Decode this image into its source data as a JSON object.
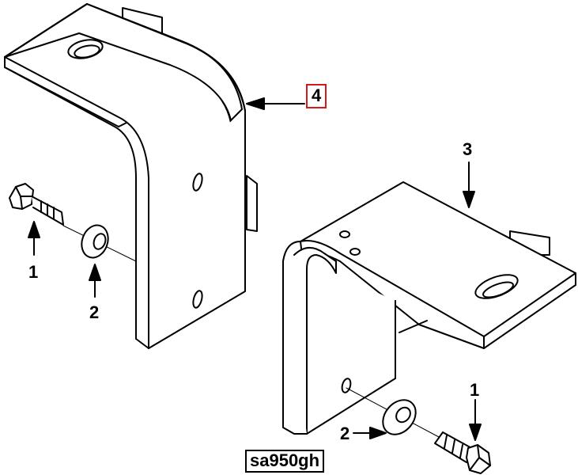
{
  "labels": {
    "bolt_left": "1",
    "washer_left": "2",
    "bracket_large": "4",
    "bracket_small": "3",
    "bolt_right": "1",
    "washer_right": "2"
  },
  "reference_code": "sa950gh",
  "colors": {
    "line": "#000000",
    "highlight_box": "#d21a1a",
    "background": "#ffffff"
  }
}
